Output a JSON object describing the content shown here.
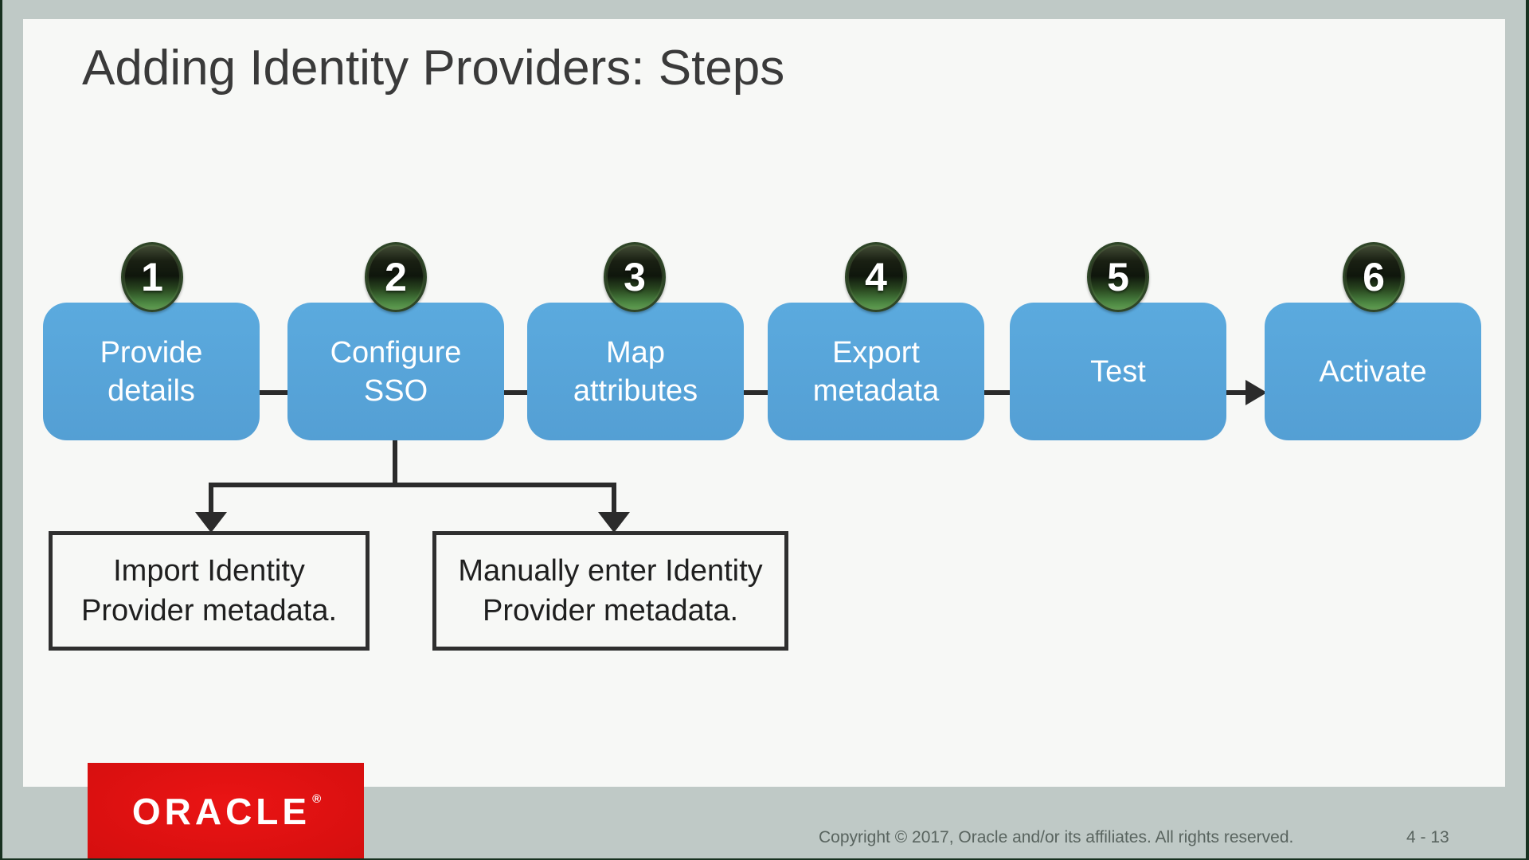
{
  "slide": {
    "title": "Adding Identity Providers: Steps",
    "steps": [
      {
        "number": "1",
        "line1": "Provide",
        "line2": "details"
      },
      {
        "number": "2",
        "line1": "Configure",
        "line2": "SSO"
      },
      {
        "number": "3",
        "line1": "Map",
        "line2": "attributes"
      },
      {
        "number": "4",
        "line1": "Export",
        "line2": "metadata"
      },
      {
        "number": "5",
        "line1": "Test",
        "line2": ""
      },
      {
        "number": "6",
        "line1": "Activate",
        "line2": ""
      }
    ],
    "branch_options": [
      {
        "line1": "Import Identity",
        "line2": "Provider metadata."
      },
      {
        "line1": "Manually enter Identity",
        "line2": "Provider metadata."
      }
    ]
  },
  "footer": {
    "logo_text": "ORACLE",
    "logo_reg": "®",
    "copyright": "Copyright © 2017, Oracle and/or its affiliates. All rights reserved.",
    "page": "4 - 13"
  },
  "colors": {
    "background": "#bfc9c6",
    "slide_background": "#f7f8f6",
    "step_blue": "#57a4d8",
    "badge_green": "#4a8340",
    "line_dark": "#2b2b2b",
    "oracle_red": "#d60f0f",
    "footer_text": "#59645f",
    "title_text": "#3a3a3a"
  }
}
